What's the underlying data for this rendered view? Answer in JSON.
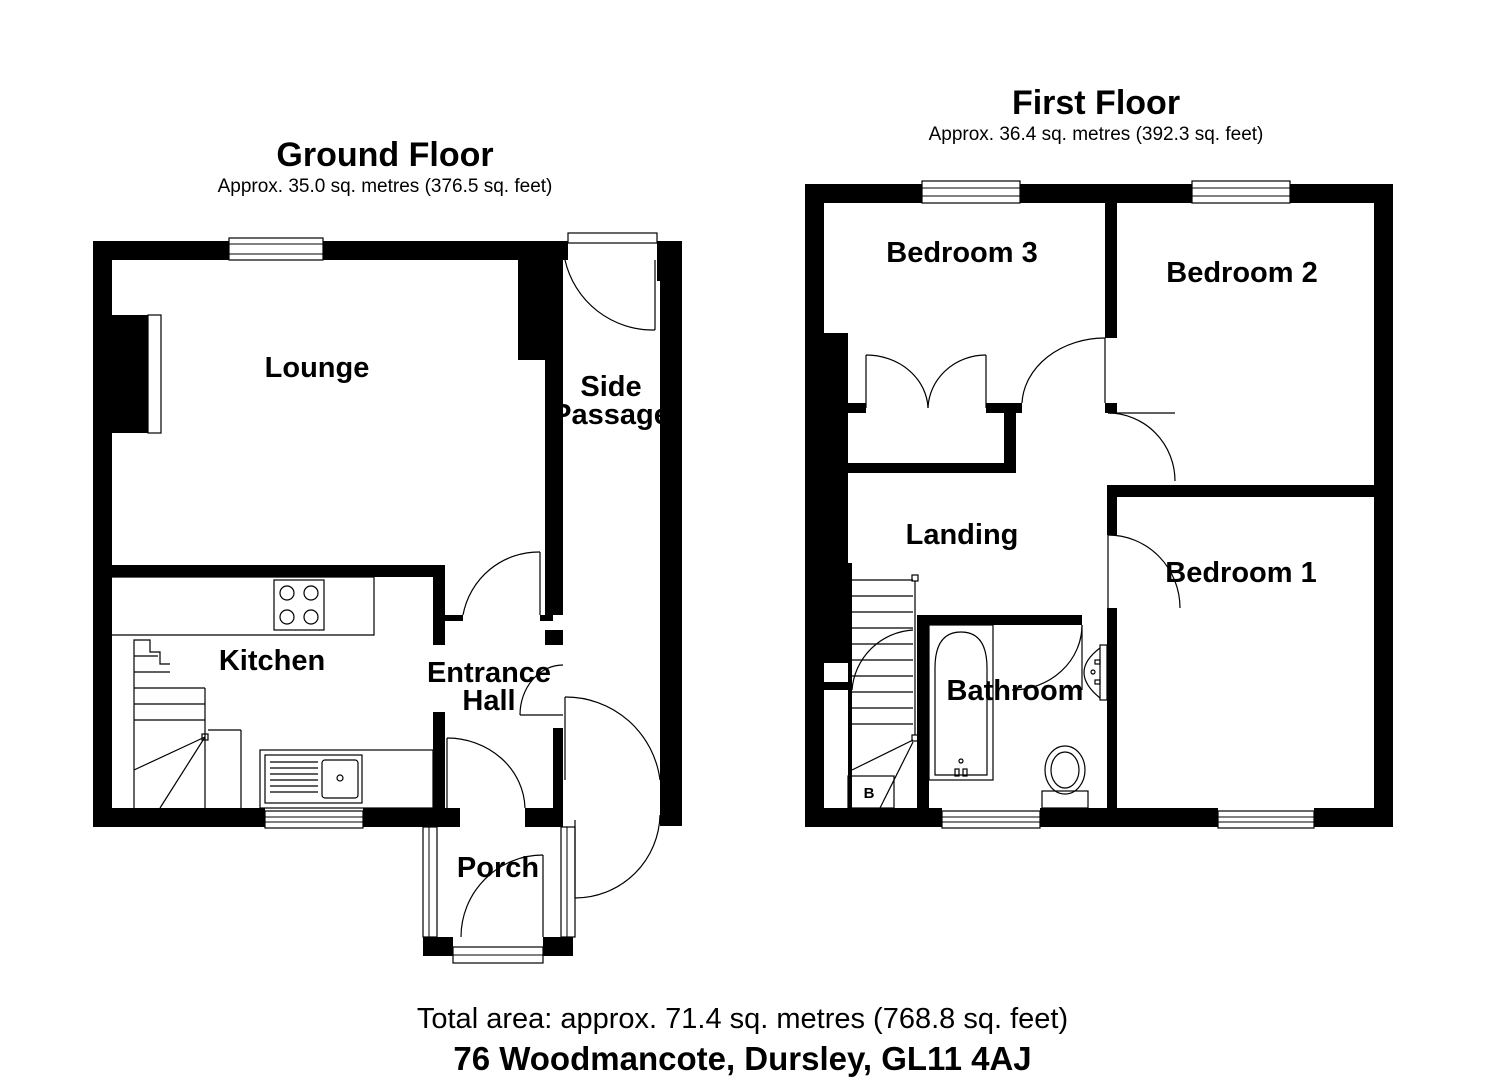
{
  "ground_floor": {
    "title": "Ground Floor",
    "area": "Approx. 35.0 sq. metres (376.5 sq. feet)",
    "rooms": {
      "lounge": "Lounge",
      "side_passage_line1": "Side",
      "side_passage_line2": "Passage",
      "kitchen": "Kitchen",
      "entrance_hall_line1": "Entrance",
      "entrance_hall_line2": "Hall",
      "porch": "Porch"
    }
  },
  "first_floor": {
    "title": "First Floor",
    "area": "Approx. 36.4 sq. metres (392.3 sq. feet)",
    "rooms": {
      "bedroom3": "Bedroom 3",
      "bedroom2": "Bedroom 2",
      "landing": "Landing",
      "bedroom1": "Bedroom 1",
      "bathroom": "Bathroom",
      "boiler": "B"
    }
  },
  "footer": {
    "total_area": "Total area: approx. 71.4 sq. metres (768.8 sq. feet)",
    "address": "76 Woodmancote, Dursley, GL11 4AJ"
  }
}
